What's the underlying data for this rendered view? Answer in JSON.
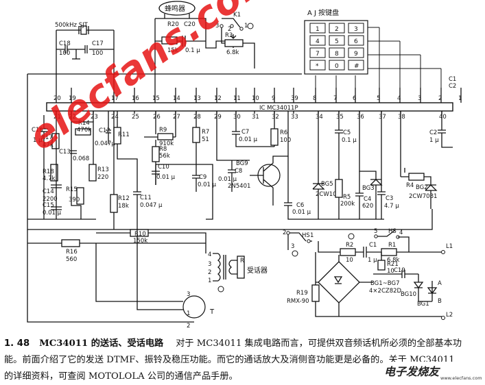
{
  "schematic": {
    "ic_label": "IC    MC34011P",
    "top_pins": [
      "20",
      "19",
      "17",
      "16",
      "15",
      "14",
      "13",
      "12",
      "11",
      "10",
      "9",
      "39",
      "8",
      "7",
      "6",
      "5",
      "4",
      "3",
      "2",
      "1"
    ],
    "bottom_pins": [
      "21",
      "22",
      "23",
      "24",
      "25",
      "26",
      "27",
      "28",
      "29",
      "30",
      "31",
      "32",
      "33",
      "34",
      "35",
      "36",
      "37",
      "38",
      "40"
    ],
    "keypad_title": "A J 按键盘",
    "keypad_keys": [
      "1",
      "2",
      "3",
      "4",
      "5",
      "6",
      "7",
      "8",
      "9",
      "*",
      "0",
      "#"
    ],
    "crystal_label": "500kHz SJT",
    "buzzer_label": "蜂鸣器",
    "receiver_label": "受话器",
    "transformer_label": "T",
    "labels": {
      "R20": "R20",
      "R20v": "15k",
      "C20": "C20",
      "C20v": "0.1 μ",
      "K1": "K1",
      "R3": "R3",
      "R3v": "6.8k",
      "C18": "C18",
      "C18v": "100",
      "C17": "C17",
      "C17v": "100",
      "C1C2": "C1",
      "C2pin": "C2",
      "C16": "C16",
      "C16v": "1 μ",
      "R17": "R17",
      "R17v": "47k",
      "R14": "R14",
      "R14v": "470k",
      "C13": "C13",
      "C13v": "0.068",
      "R18": "R18",
      "R18v": "4.7k",
      "C14": "C14",
      "C14v": "2200",
      "C15": "C15",
      "C15v": "0.01 μ",
      "R15": "R15",
      "R15v": "390",
      "C12": "C12",
      "C12v": "0.047μ",
      "R11": "R11",
      "R13": "R13",
      "R13v": "220",
      "R12": "R12",
      "R12v": "18k",
      "C11": "C11",
      "C11v": "0.047 μ",
      "R9": "R9",
      "R9v": "910k",
      "R8": "R8",
      "R8v": "56k",
      "C10": "C10",
      "C10v": "0.01 μ",
      "C9": "C9",
      "C9v": "0.01 μ",
      "R7": "R7",
      "R7v": "51",
      "C7": "C7",
      "C7v": "0.01 μ",
      "R6": "R6",
      "R6v": "100",
      "C8": "C8",
      "C8v": "0.01 μ",
      "BG9": "BG9",
      "BG9v": "2N5401",
      "C6": "C6",
      "C6v": "0.01 μ",
      "BG5": "BG5",
      "BG5v": "2CW103",
      "R5": "R5",
      "R5v": "200k",
      "C5": "C5",
      "C5v": "0.1 μ",
      "BG3": "BG3",
      "C4": "C4",
      "C4v": "620",
      "C3": "C3",
      "C3v": "4.7 μ",
      "R4": "R4",
      "BG2": "BG2",
      "BG2v": "2CW7081",
      "C2": "C2",
      "C2v": "1 μ",
      "R10": "R10",
      "R10v": "150k",
      "R16": "R16",
      "R16v": "560",
      "HS": "HS",
      "R2": "R2",
      "R2v": "10",
      "C1": "C1",
      "C1v": "1 μ",
      "R1": "R1",
      "R1v": "6.8k",
      "R21": "R21",
      "R21v": "10",
      "C19": "C19",
      "BG1BG7": "BG1~BG7",
      "BG1BG7v": "4×2CZ82D",
      "BG10": "BG10",
      "BG1": "BG1",
      "R19": "R19",
      "R19v": "RMX-90",
      "L1": "L1",
      "L2": "L2",
      "A": "A",
      "B": "B"
    }
  },
  "watermark": "elecfans.com",
  "caption": {
    "number": "1. 48",
    "title": "MC34011 的送话、受话电路",
    "line1": "对于 MC34011 集成电路而言，可提供双音频话机所必须的全部基本功",
    "line2": "能。前面介绍了它的发送 DTMF、振铃及稳压功能。而它的通话放大及消侧音功能更是必备的。关于 MC34011",
    "line3": "的详细资料，可查阅 MOTOLOLA 公司的通信产品手册。"
  },
  "logo": {
    "text": "电子发烧友",
    "url_text": "www.elecfans.com"
  }
}
